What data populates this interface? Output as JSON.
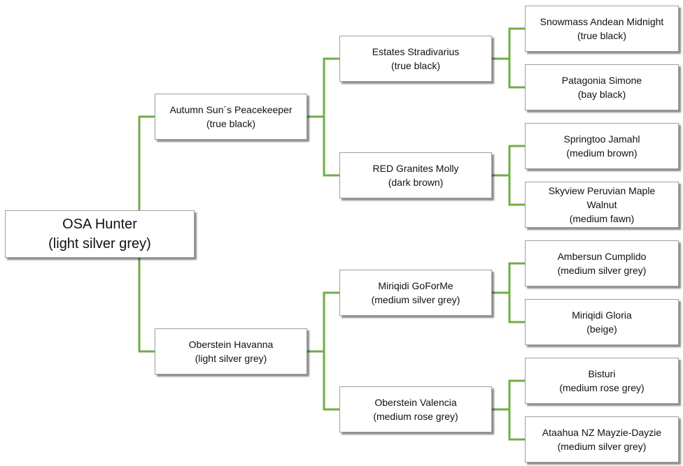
{
  "colors": {
    "connector": "#70ad47",
    "box_border": "#9e9e9e",
    "box_fill": "#ffffff",
    "text": "#111111"
  },
  "root": {
    "name": "OSA Hunter",
    "color": "(light silver grey)"
  },
  "generation_1": [
    {
      "name": "Autumn Sun´s Peacekeeper",
      "color": "(true black)"
    },
    {
      "name": "Oberstein Havanna",
      "color": "(light silver grey)"
    }
  ],
  "generation_2": [
    {
      "name": "Estates Stradivarius",
      "color": "(true black)"
    },
    {
      "name": "RED Granites Molly",
      "color": "(dark brown)"
    },
    {
      "name": "Miriqidi GoForMe",
      "color": "(medium silver grey)"
    },
    {
      "name": "Oberstein Valencia",
      "color": "(medium rose grey)"
    }
  ],
  "generation_3": [
    {
      "name": "Snowmass Andean Midnight",
      "color": "(true black)"
    },
    {
      "name": "Patagonia Simone",
      "color": "(bay black)"
    },
    {
      "name": "Springtoo Jamahl",
      "color": "(medium brown)"
    },
    {
      "name": "Skyview Peruvian Maple Walnut",
      "color": "(medium fawn)"
    },
    {
      "name": "Ambersun Cumplido",
      "color": "(medium silver grey)"
    },
    {
      "name": "Miriqidi Gloria",
      "color": "(beige)"
    },
    {
      "name": "Bisturi",
      "color": "(medium rose grey)"
    },
    {
      "name": "Ataahua NZ Mayzie-Dayzie",
      "color": "(medium silver grey)"
    }
  ]
}
